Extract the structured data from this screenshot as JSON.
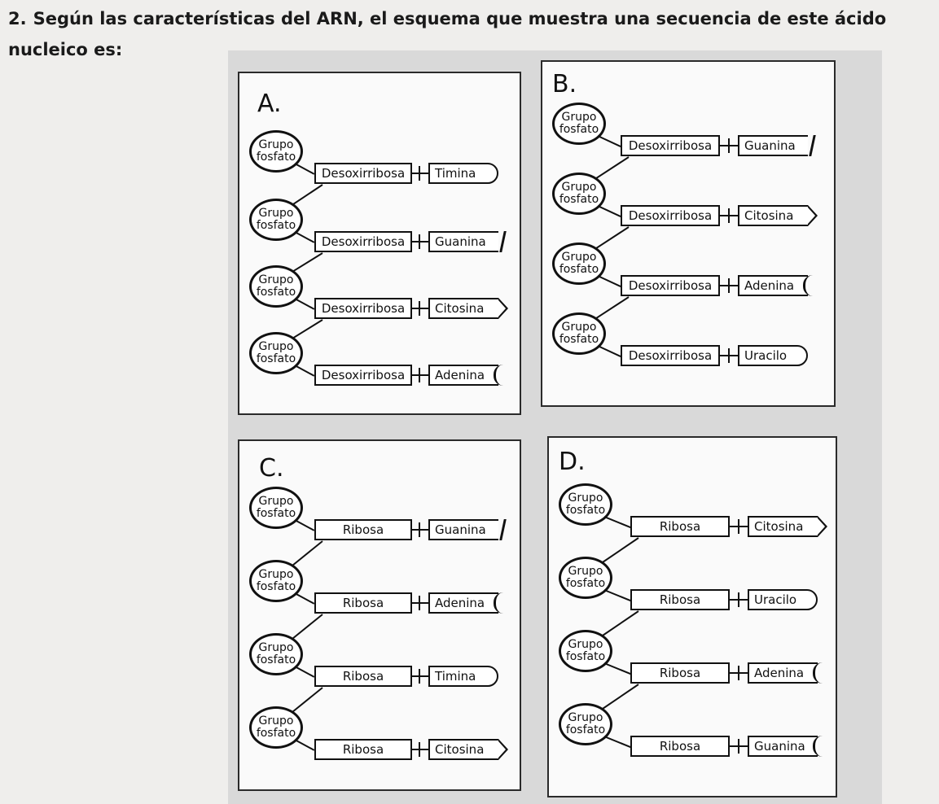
{
  "question": {
    "number": "2.",
    "text": "Según las características del ARN, el esquema que muestra una secuencia de este ácido nucleico es:"
  },
  "panels": [
    {
      "letter": "A.",
      "phosphate_line1": "Grupo",
      "phosphate_line2": "fosfato",
      "nucleotides": [
        {
          "sugar": "Desoxirribosa",
          "base": "Timina",
          "shape": "round"
        },
        {
          "sugar": "Desoxirribosa",
          "base": "Guanina",
          "shape": "notch"
        },
        {
          "sugar": "Desoxirribosa",
          "base": "Citosina",
          "shape": "arrow"
        },
        {
          "sugar": "Desoxirribosa",
          "base": "Adenina",
          "shape": "wave"
        }
      ]
    },
    {
      "letter": "B.",
      "phosphate_line1": "Grupo",
      "phosphate_line2": "fosfato",
      "nucleotides": [
        {
          "sugar": "Desoxirribosa",
          "base": "Guanina",
          "shape": "notch"
        },
        {
          "sugar": "Desoxirribosa",
          "base": "Citosina",
          "shape": "arrow"
        },
        {
          "sugar": "Desoxirribosa",
          "base": "Adenina",
          "shape": "wave"
        },
        {
          "sugar": "Desoxirribosa",
          "base": "Uracilo",
          "shape": "round"
        }
      ]
    },
    {
      "letter": "C.",
      "phosphate_line1": "Grupo",
      "phosphate_line2": "fosfato",
      "nucleotides": [
        {
          "sugar": "Ribosa",
          "base": "Guanina",
          "shape": "notch"
        },
        {
          "sugar": "Ribosa",
          "base": "Adenina",
          "shape": "wave"
        },
        {
          "sugar": "Ribosa",
          "base": "Timina",
          "shape": "round"
        },
        {
          "sugar": "Ribosa",
          "base": "Citosina",
          "shape": "arrow"
        }
      ]
    },
    {
      "letter": "D.",
      "phosphate_line1": "Grupo",
      "phosphate_line2": "fosfato",
      "nucleotides": [
        {
          "sugar": "Ribosa",
          "base": "Citosina",
          "shape": "arrow"
        },
        {
          "sugar": "Ribosa",
          "base": "Uracilo",
          "shape": "round"
        },
        {
          "sugar": "Ribosa",
          "base": "Adenina",
          "shape": "wave"
        },
        {
          "sugar": "Ribosa",
          "base": "Guanina",
          "shape": "wave"
        }
      ]
    }
  ]
}
